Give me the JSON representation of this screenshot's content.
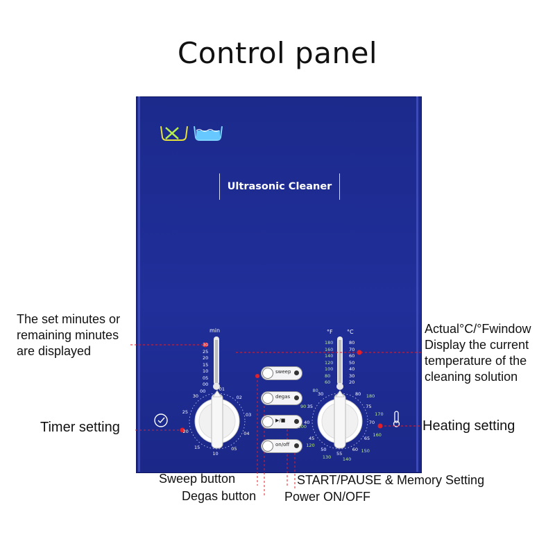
{
  "page": {
    "title": "Control panel"
  },
  "panel": {
    "device_name": "Ultrasonic Cleaner",
    "fill_level_mark": "≈ 2/3",
    "timer_scale": {
      "unit": "min",
      "ticks": [
        "30",
        "25",
        "20",
        "15",
        "10",
        "05",
        "00"
      ],
      "knob_numbers": [
        "00",
        "01",
        "02",
        "03",
        "04",
        "05",
        "10",
        "15",
        "20",
        "25",
        "30"
      ]
    },
    "temp_scale": {
      "unit_f": "°F",
      "unit_c": "°C",
      "ticks_c": [
        "80",
        "70",
        "60",
        "50",
        "40",
        "30",
        "20"
      ],
      "ticks_f": [
        "180",
        "160",
        "140",
        "120",
        "100",
        "80",
        "60"
      ],
      "knob_numbers": [
        "30",
        "35",
        "40",
        "45",
        "50",
        "55",
        "60",
        "65",
        "70",
        "75",
        "80"
      ],
      "knob_numbers_f": [
        "80",
        "90",
        "100",
        "120",
        "130",
        "140",
        "150",
        "160",
        "170",
        "180"
      ]
    },
    "buttons": {
      "sweep": "sweep",
      "degas": "degas",
      "start_pause": "▶/■",
      "power": "on/off"
    }
  },
  "callouts": {
    "minutes_display": [
      "The set minutes or",
      "remaining minutes",
      "are displayed"
    ],
    "temp_window": [
      "Actual°C/°Fwindow",
      "Display the current",
      "temperature of the",
      "cleaning solution"
    ],
    "timer_setting": "Timer setting",
    "heating_setting": "Heating setting",
    "sweep_button": "Sweep button",
    "degas_button": "Degas button",
    "start_pause": "START/PAUSE & Memory Setting",
    "power": "Power ON/OFF"
  },
  "colors": {
    "panel_blue": "#1f2d95",
    "callout_red": "#e0202a",
    "label_green": "#b8e986"
  }
}
